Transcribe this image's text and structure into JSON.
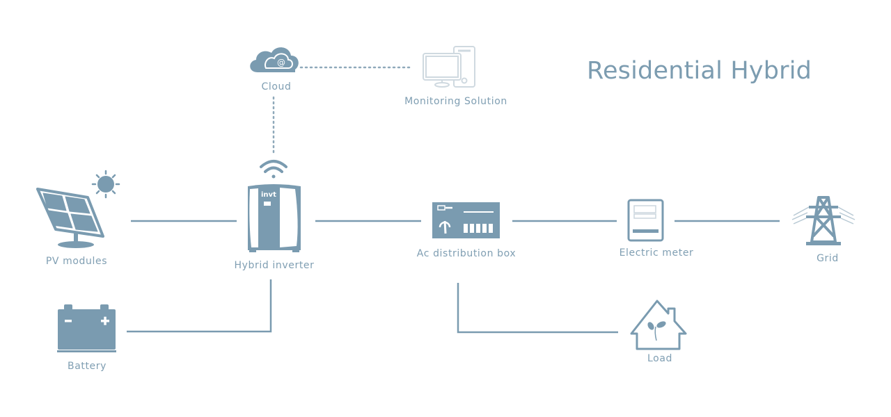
{
  "title": "Residential Hybrid",
  "colors": {
    "primary": "#7a9bb0",
    "light_outline": "#cbd6de",
    "label": "#7f9eb2",
    "background": "#ffffff"
  },
  "nodes": {
    "cloud": {
      "label": "Cloud",
      "icon": "cloud-at-icon"
    },
    "monitoring": {
      "label": "Monitoring Solution",
      "icon": "desktop-computer-icon"
    },
    "pv": {
      "label": "PV modules",
      "icon": "solar-panel-icon"
    },
    "sun": {
      "icon": "sun-icon"
    },
    "inverter": {
      "label": "Hybrid inverter",
      "icon": "inverter-icon",
      "brand": "invt"
    },
    "wifi": {
      "icon": "wifi-icon"
    },
    "ac_box": {
      "label": "Ac distribution box",
      "icon": "distribution-box-icon"
    },
    "meter": {
      "label": "Electric meter",
      "icon": "electric-meter-icon"
    },
    "grid": {
      "label": "Grid",
      "icon": "transmission-tower-icon"
    },
    "battery": {
      "label": "Battery",
      "icon": "battery-icon",
      "terminals": [
        "−",
        "+"
      ]
    },
    "load": {
      "label": "Load",
      "icon": "house-plant-icon"
    }
  },
  "connections": [
    {
      "from": "cloud",
      "to": "monitoring",
      "style": "dotted"
    },
    {
      "from": "cloud",
      "to": "inverter",
      "style": "dotted"
    },
    {
      "from": "pv",
      "to": "inverter",
      "style": "solid"
    },
    {
      "from": "inverter",
      "to": "ac_box",
      "style": "solid"
    },
    {
      "from": "ac_box",
      "to": "meter",
      "style": "solid"
    },
    {
      "from": "meter",
      "to": "grid",
      "style": "solid"
    },
    {
      "from": "battery",
      "to": "inverter",
      "style": "solid"
    },
    {
      "from": "ac_box",
      "to": "load",
      "style": "solid"
    }
  ]
}
